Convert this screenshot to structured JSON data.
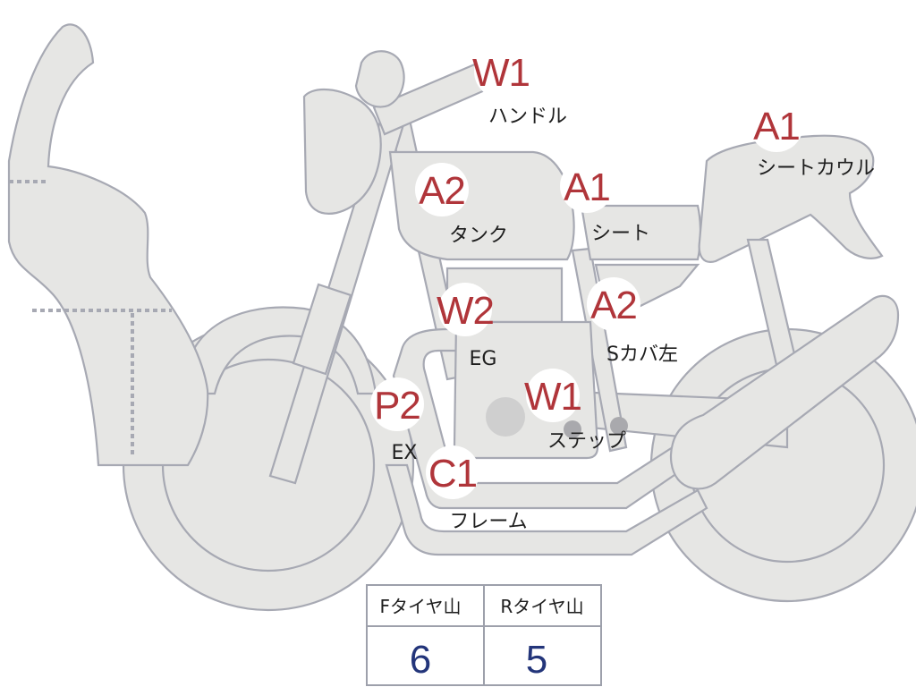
{
  "markers": [
    {
      "id": "handle",
      "grade": "W1",
      "label": "ハンドル"
    },
    {
      "id": "tank",
      "grade": "A2",
      "label": "タンク"
    },
    {
      "id": "seat",
      "grade": "A1",
      "label": "シート"
    },
    {
      "id": "seat_cowl",
      "grade": "A1",
      "label": "シートカウル"
    },
    {
      "id": "engine",
      "grade": "W2",
      "label": "EG"
    },
    {
      "id": "side_cover",
      "grade": "A2",
      "label": "Sカバ左"
    },
    {
      "id": "exhaust",
      "grade": "P2",
      "label": "EX"
    },
    {
      "id": "step",
      "grade": "W1",
      "label": "ステップ"
    },
    {
      "id": "frame",
      "grade": "C1",
      "label": "フレーム"
    }
  ],
  "tire_table": {
    "front_header": "Fタイヤ山",
    "rear_header": "Rタイヤ山",
    "front_value": "6",
    "rear_value": "5"
  },
  "colors": {
    "part_fill": "#e6e6e4",
    "part_outline": "#a7a9b3",
    "grade_text": "#b0353a",
    "value_text": "#23357a"
  }
}
